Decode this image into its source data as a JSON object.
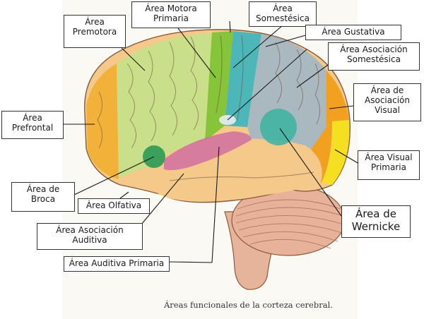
{
  "labels": {
    "premotora": "Área\nPremotora",
    "motora": "Área Motora\nPrimaria",
    "somestesica": "Área\nSomestésica",
    "gustativa": "Área Gustativa",
    "asoc_somestesica": "Área Asociación\nSomestésica",
    "asoc_visual": "Área de\nAsociación\nVisual",
    "prefrontal": "Área\nPrefrontal",
    "visual_primaria": "Área Visual\nPrimaria",
    "broca": "Área de\nBroca",
    "olfativa": "Área Olfativa",
    "wernicke": "Área de\nWernicke",
    "asoc_auditiva": "Área Asociación\nAuditiva",
    "auditiva_primaria": "Área Auditiva Primaria"
  },
  "caption": "Áreas funcionales de la corteza cerebral.",
  "colors": {
    "prefrontal": "#f2b23a",
    "premotora": "#c9df8a",
    "motora": "#86c43a",
    "somestesica": "#4db6b8",
    "asoc_somestesica": "#aab8bf",
    "asoc_visual": "#f2a020",
    "visual_primaria": "#f4e020",
    "broca": "#2f9a55",
    "temporal": "#f4c98a",
    "auditiva": "#d06ea0",
    "wernicke": "#3bb3a0",
    "cerebellum": "#e8b29a"
  }
}
